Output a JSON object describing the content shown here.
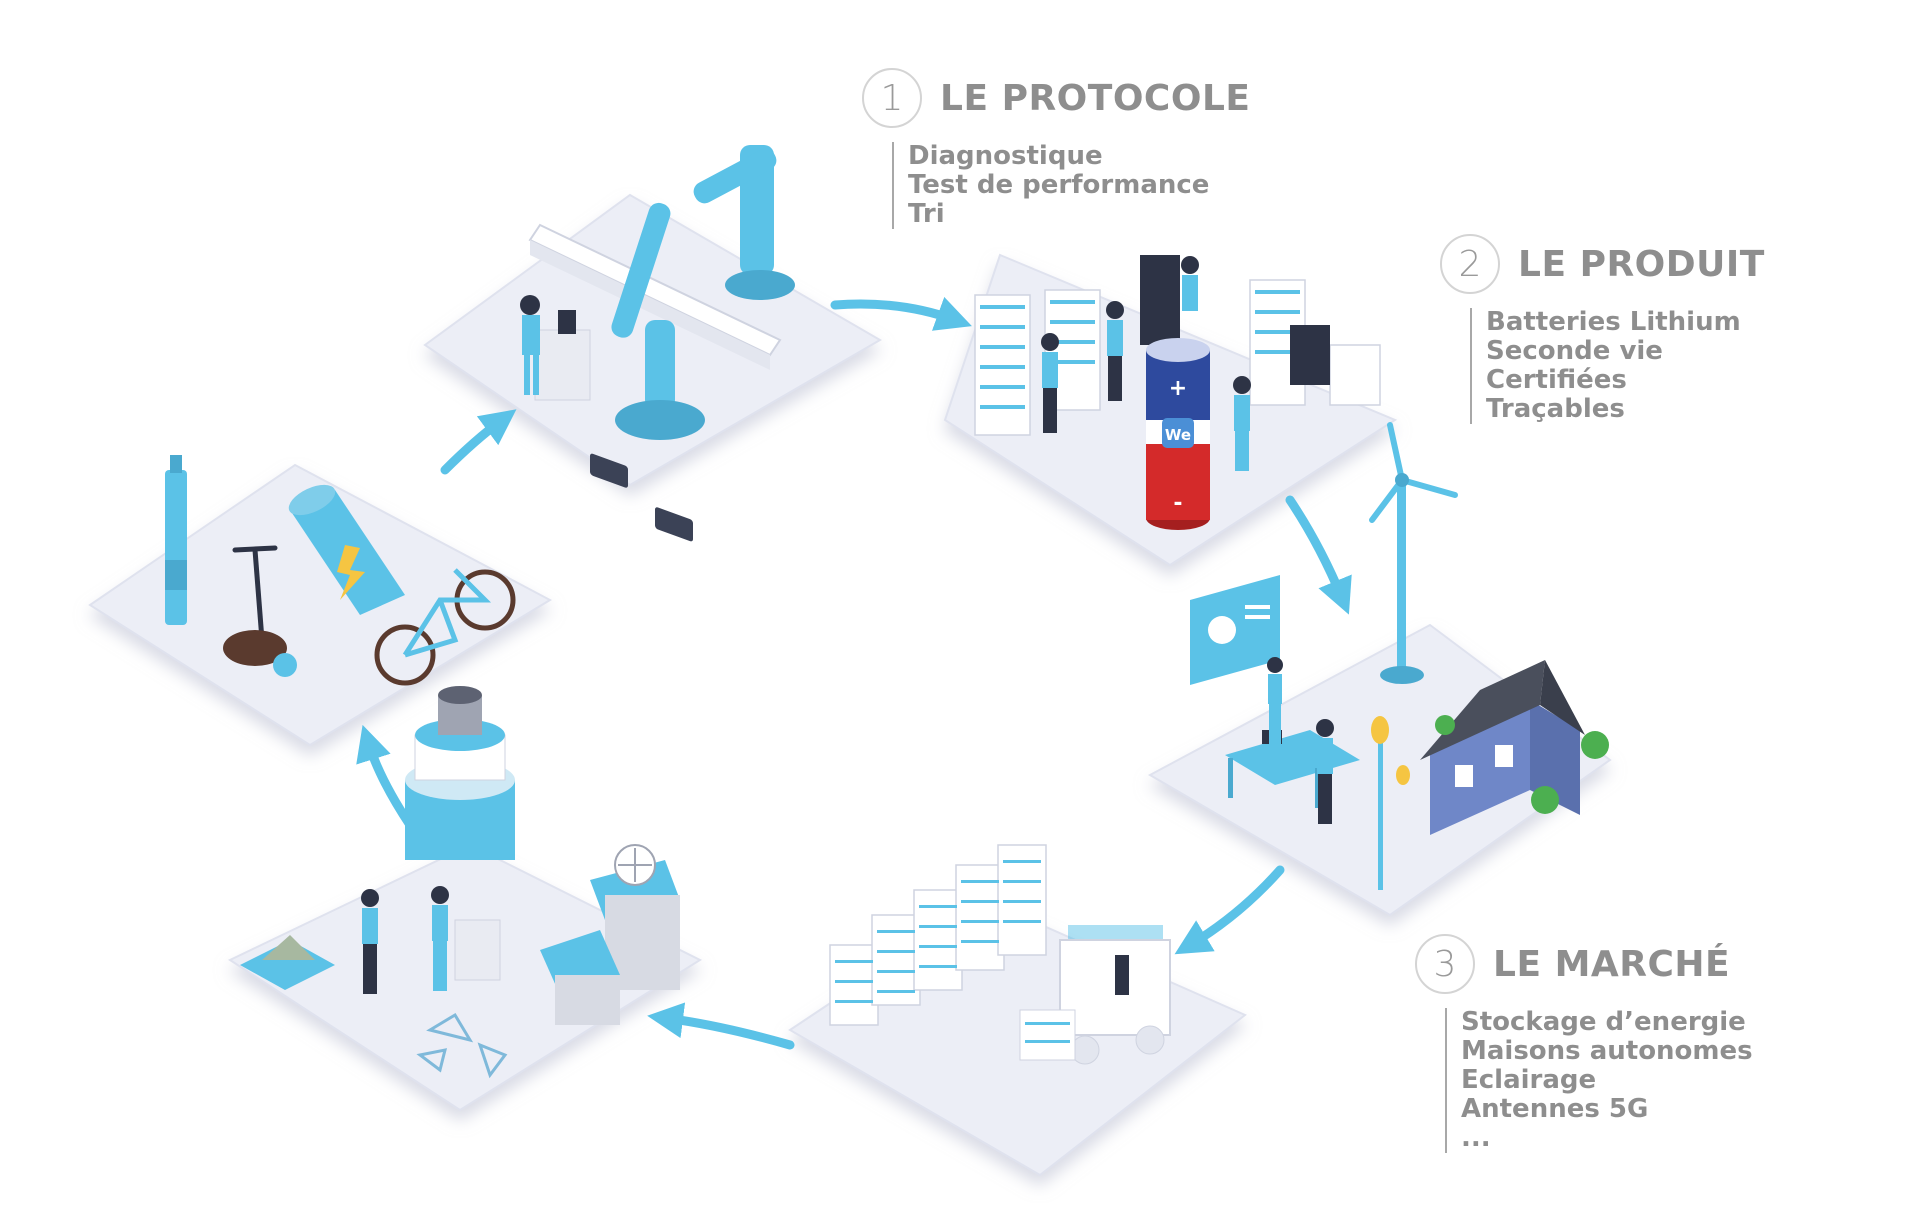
{
  "steps": [
    {
      "number": "1",
      "title": "LE PROTOCOLE",
      "items": [
        "Diagnostique",
        "Test de performance",
        "Tri"
      ]
    },
    {
      "number": "2",
      "title": "LE PRODUIT",
      "items": [
        "Batteries Lithium",
        "Seconde vie",
        "Certifiées",
        "Traçables"
      ]
    },
    {
      "number": "3",
      "title": "LE MARCHÉ",
      "items": [
        "Stockage d’energie",
        "Maisons autonomes",
        "Eclairage",
        "Antennes 5G",
        "..."
      ]
    }
  ],
  "battery": {
    "plus": "+",
    "minus": "-",
    "logo": "We"
  },
  "colors": {
    "accent": "#5bc2e7",
    "platform": "#eceef6",
    "battery_blue": "#2e4a9e",
    "battery_red": "#d42a2a"
  }
}
